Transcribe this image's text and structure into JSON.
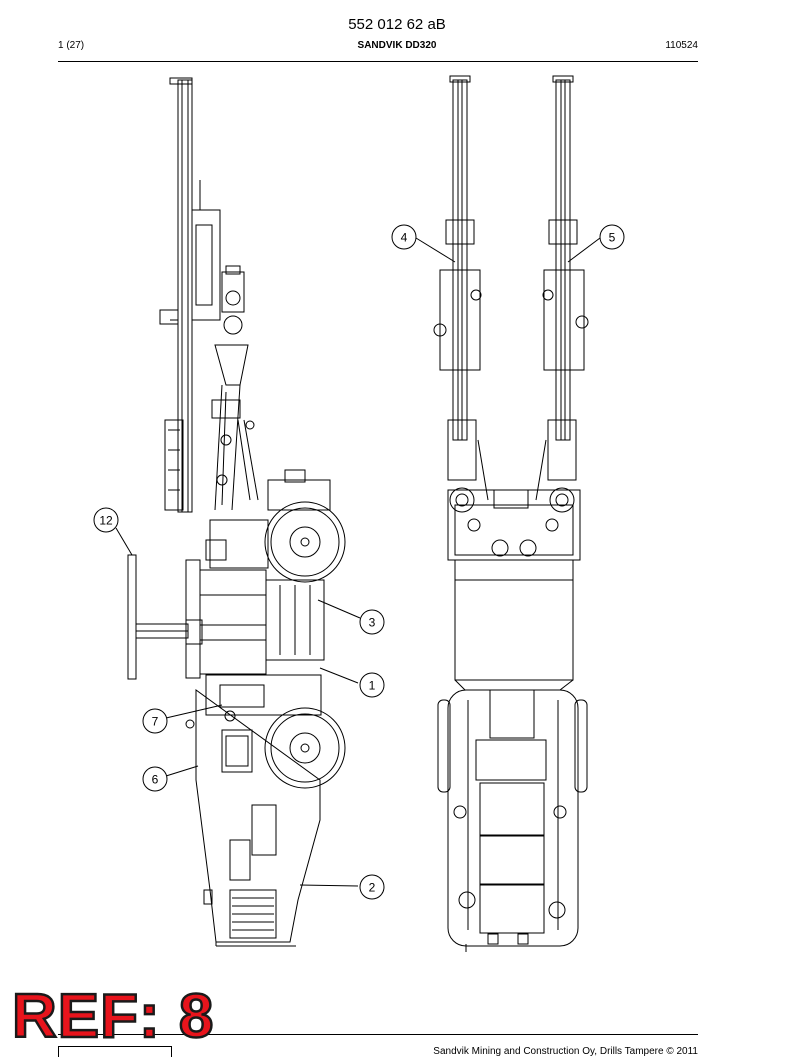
{
  "header": {
    "document_number": "552 012 62 aB",
    "page": "1 (27)",
    "title": "SANDVIK DD320",
    "date_code": "110524"
  },
  "drawing": {
    "callouts": [
      "1",
      "2",
      "3",
      "4",
      "5",
      "6",
      "7",
      "12"
    ]
  },
  "stamp": {
    "text": "REF: 8",
    "color": "#e8141c"
  },
  "footer": {
    "copyright": "Sandvik Mining and Construction Oy, Drills Tampere © 2011"
  }
}
